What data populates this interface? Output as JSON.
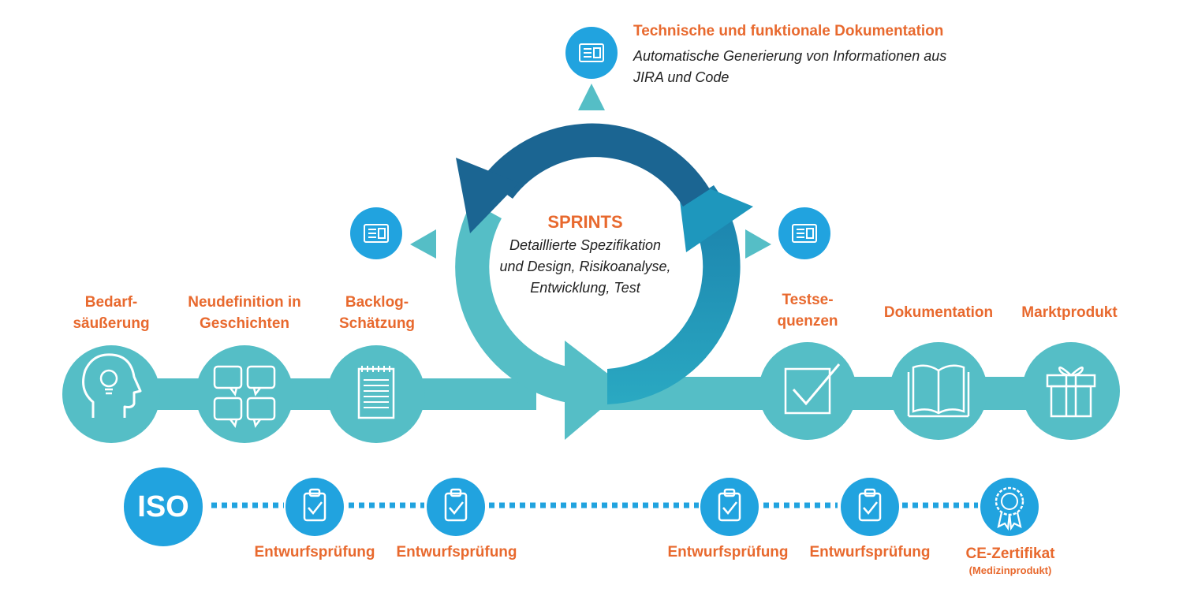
{
  "top_doc": {
    "title": "Technische und funktionale Dokumentation",
    "subtitle": "Automatische Generierung von Informationen aus JIRA und Code",
    "icon": "document-icon"
  },
  "sprints": {
    "title": "SPRINTS",
    "subtitle": "Detaillierte Spezifikation und Design, Risikoanalyse, Entwicklung, Test"
  },
  "stages": [
    {
      "label": "Bedarf-\nsäußerung",
      "icon": "head-lightbulb-icon"
    },
    {
      "label": "Neudefinition in\nGeschichten",
      "icon": "speech-bubbles-icon"
    },
    {
      "label": "Backlog-\nSchätzung",
      "icon": "notepad-icon"
    },
    {
      "label": "Testse-\nquenzen",
      "icon": "checkbox-icon"
    },
    {
      "label": "Dokumentation",
      "icon": "open-book-icon"
    },
    {
      "label": "Marktprodukt",
      "icon": "gift-icon"
    }
  ],
  "compliance": {
    "iso_label": "ISO",
    "reviews": [
      {
        "label": "Entwurfsprüfung",
        "icon": "clipboard-check-icon"
      },
      {
        "label": "Entwurfsprüfung",
        "icon": "clipboard-check-icon"
      },
      {
        "label": "Entwurfsprüfung",
        "icon": "clipboard-check-icon"
      },
      {
        "label": "Entwurfsprüfung",
        "icon": "clipboard-check-icon"
      }
    ],
    "certificate": {
      "label": "CE-Zertifikat",
      "note": "(Medizinprodukt)",
      "icon": "certificate-badge-icon"
    }
  },
  "colors": {
    "teal": "#55bec6",
    "dark_blue": "#1b6592",
    "mid_blue": "#1e97bd",
    "bright_blue": "#21a3df",
    "orange": "#e8692e",
    "white": "#ffffff"
  }
}
